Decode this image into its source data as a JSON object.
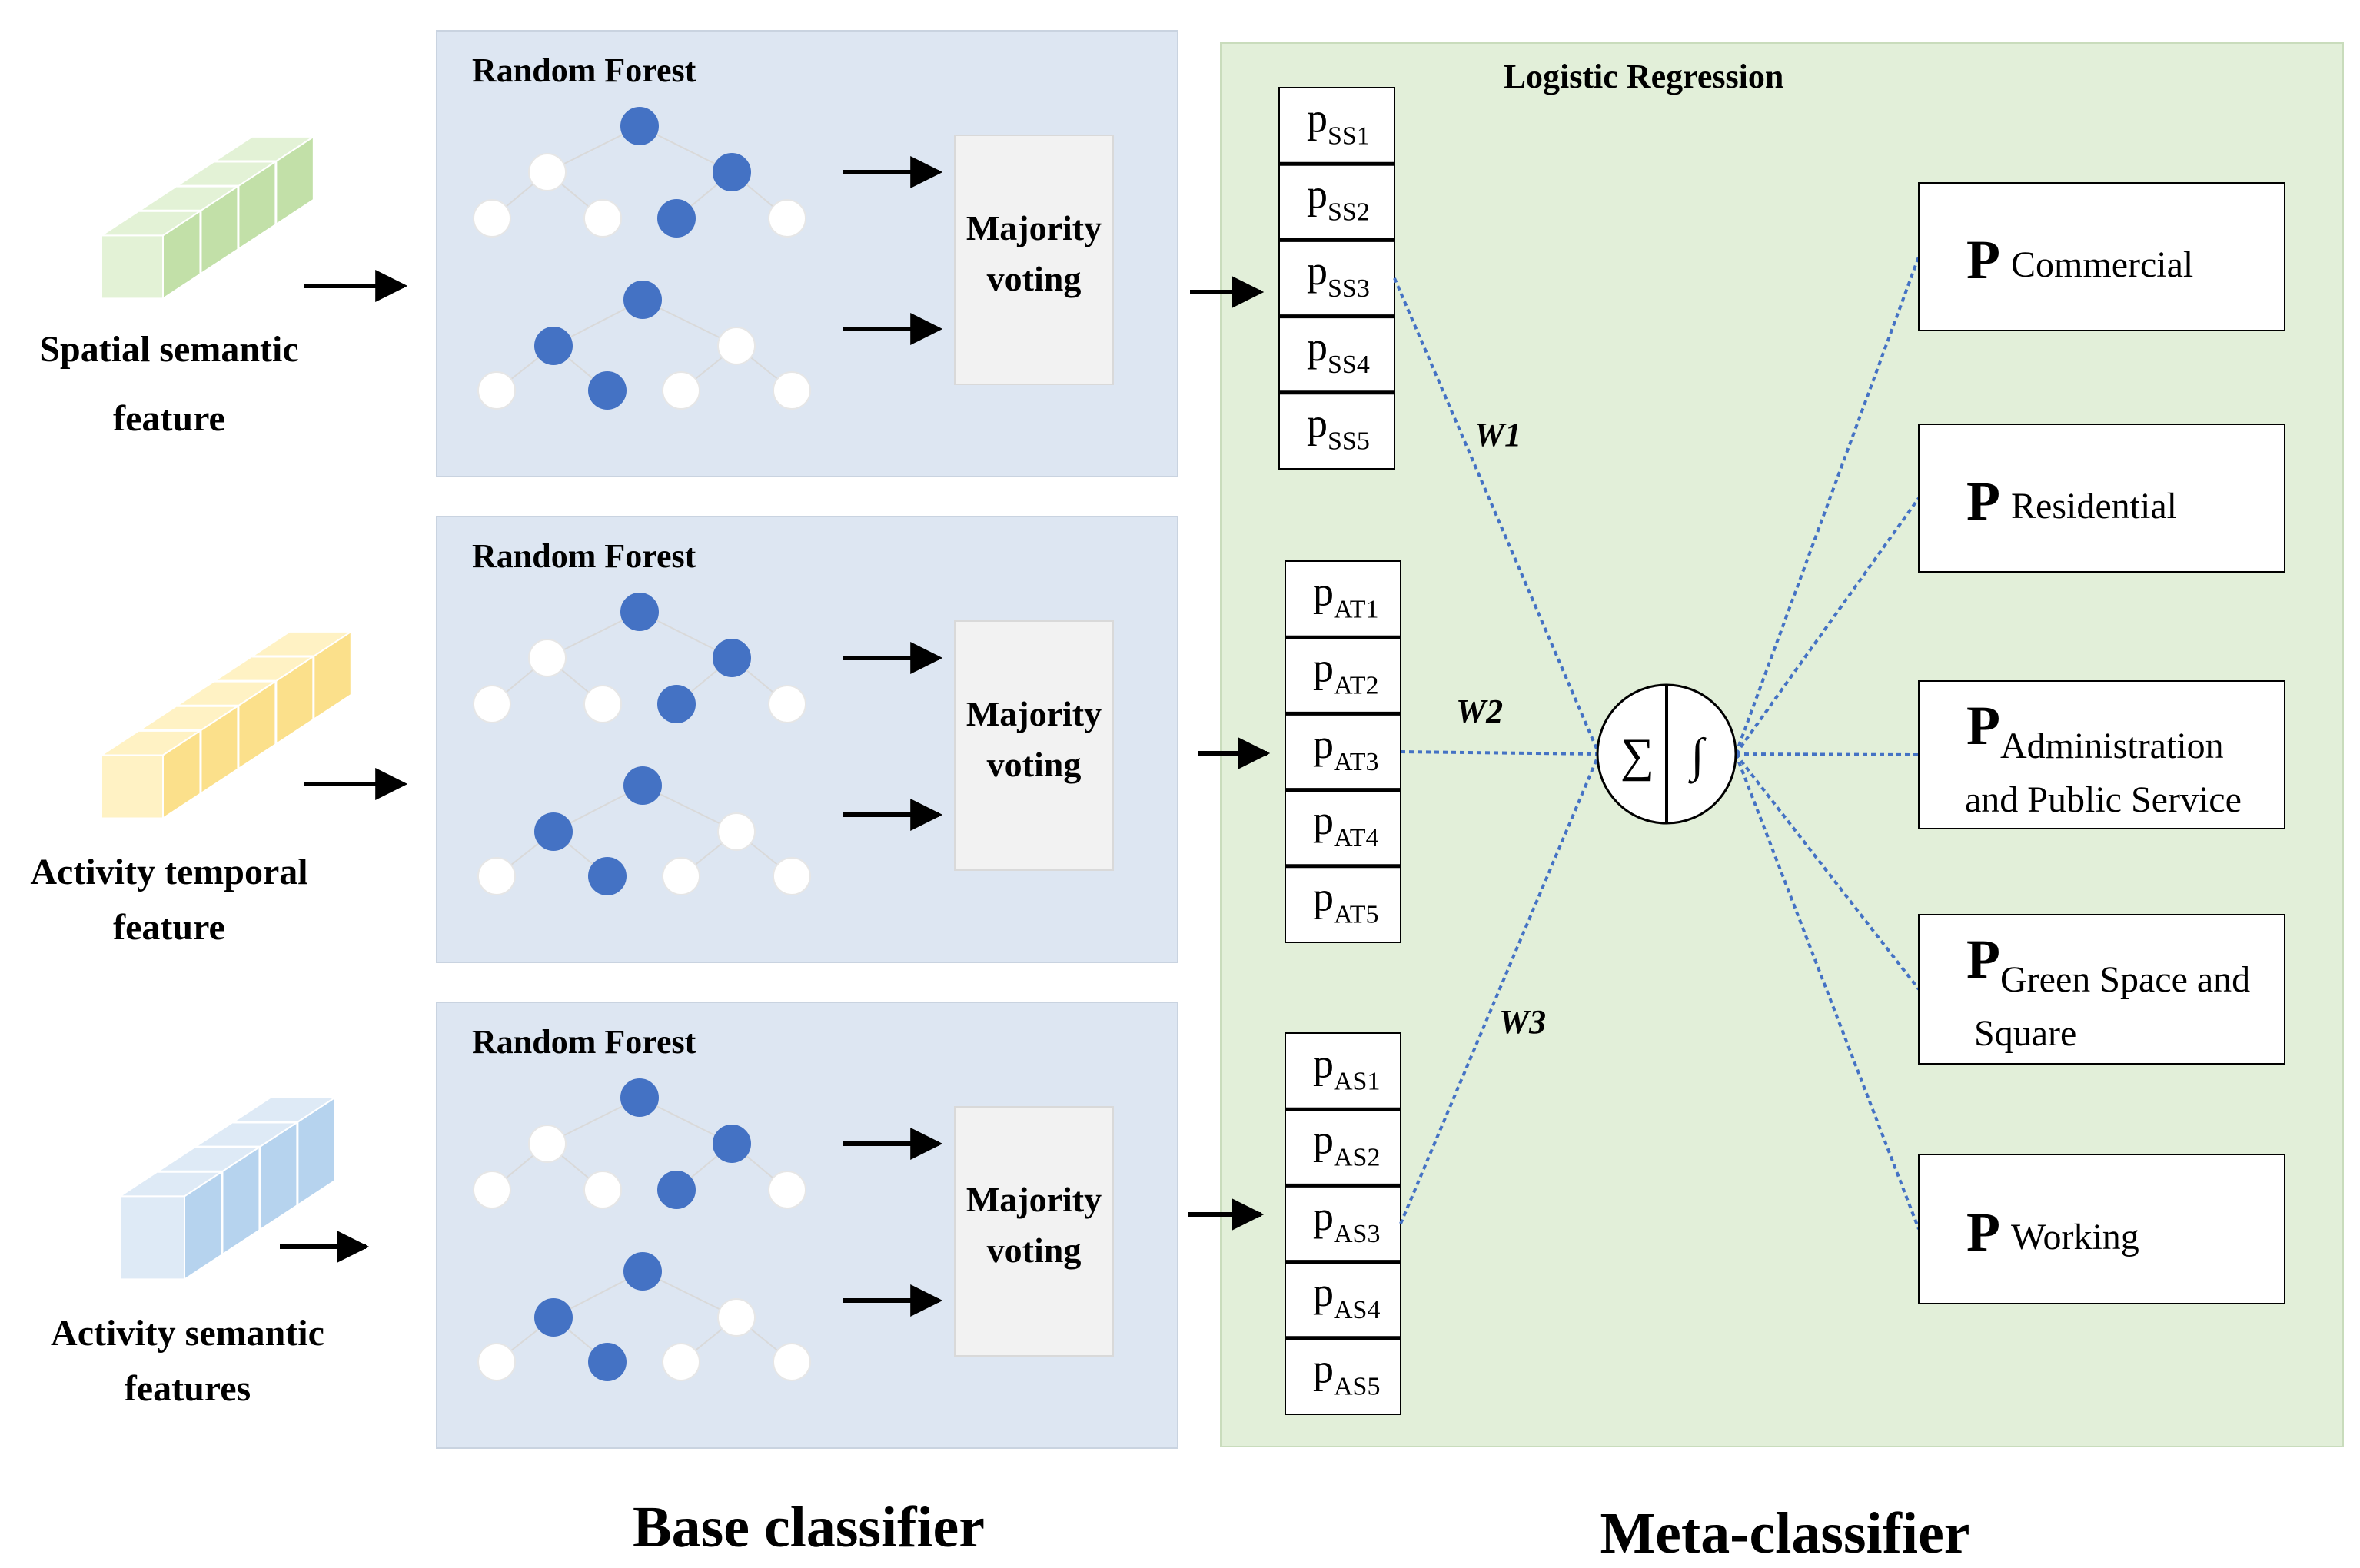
{
  "inputs": [
    {
      "id": "ss",
      "label_line1": "Spatial semantic",
      "label_line2": "feature",
      "color_light": "#e3f2d6",
      "color_dark": "#c2e0a8"
    },
    {
      "id": "at",
      "label_line1": "Activity temporal",
      "label_line2": "feature",
      "color_light": "#fff2c4",
      "color_dark": "#fbe08b"
    },
    {
      "id": "as",
      "label_line1": "Activity semantic",
      "label_line2": "features",
      "color_light": "#deeaf6",
      "color_dark": "#b6d3ee"
    }
  ],
  "base": {
    "panel_title": "Random Forest",
    "voting_line1": "Majority",
    "voting_line2": "voting",
    "section_label": "Base classifier"
  },
  "meta": {
    "panel_title": "Logistic Regression",
    "section_label": "Meta-classifier",
    "sum_symbol": "∑",
    "integral_symbol": "∫"
  },
  "prob_groups": [
    {
      "prefix": "p",
      "items": [
        "SS1",
        "SS2",
        "SS3",
        "SS4",
        "SS5"
      ]
    },
    {
      "prefix": "p",
      "items": [
        "AT1",
        "AT2",
        "AT3",
        "AT4",
        "AT5"
      ]
    },
    {
      "prefix": "p",
      "items": [
        "AS1",
        "AS2",
        "AS3",
        "AS4",
        "AS5"
      ]
    }
  ],
  "weights": [
    "W1",
    "W2",
    "W3"
  ],
  "outputs": [
    {
      "symbol": "P",
      "line1": "Commercial",
      "line2": ""
    },
    {
      "symbol": "P",
      "line1": "Residential",
      "line2": ""
    },
    {
      "symbol": "P",
      "line1": "Administration",
      "line2": "and Public Service"
    },
    {
      "symbol": "P",
      "line1": "Green Space and",
      "line2": "Square"
    },
    {
      "symbol": "P",
      "line1": "Working",
      "line2": ""
    }
  ],
  "colors": {
    "base_panel": "#dde6f2",
    "meta_panel": "#e2efd9",
    "node_blue": "#4472c4",
    "dotted_line": "#4472c4",
    "voting_box": "#f2f2f2"
  }
}
